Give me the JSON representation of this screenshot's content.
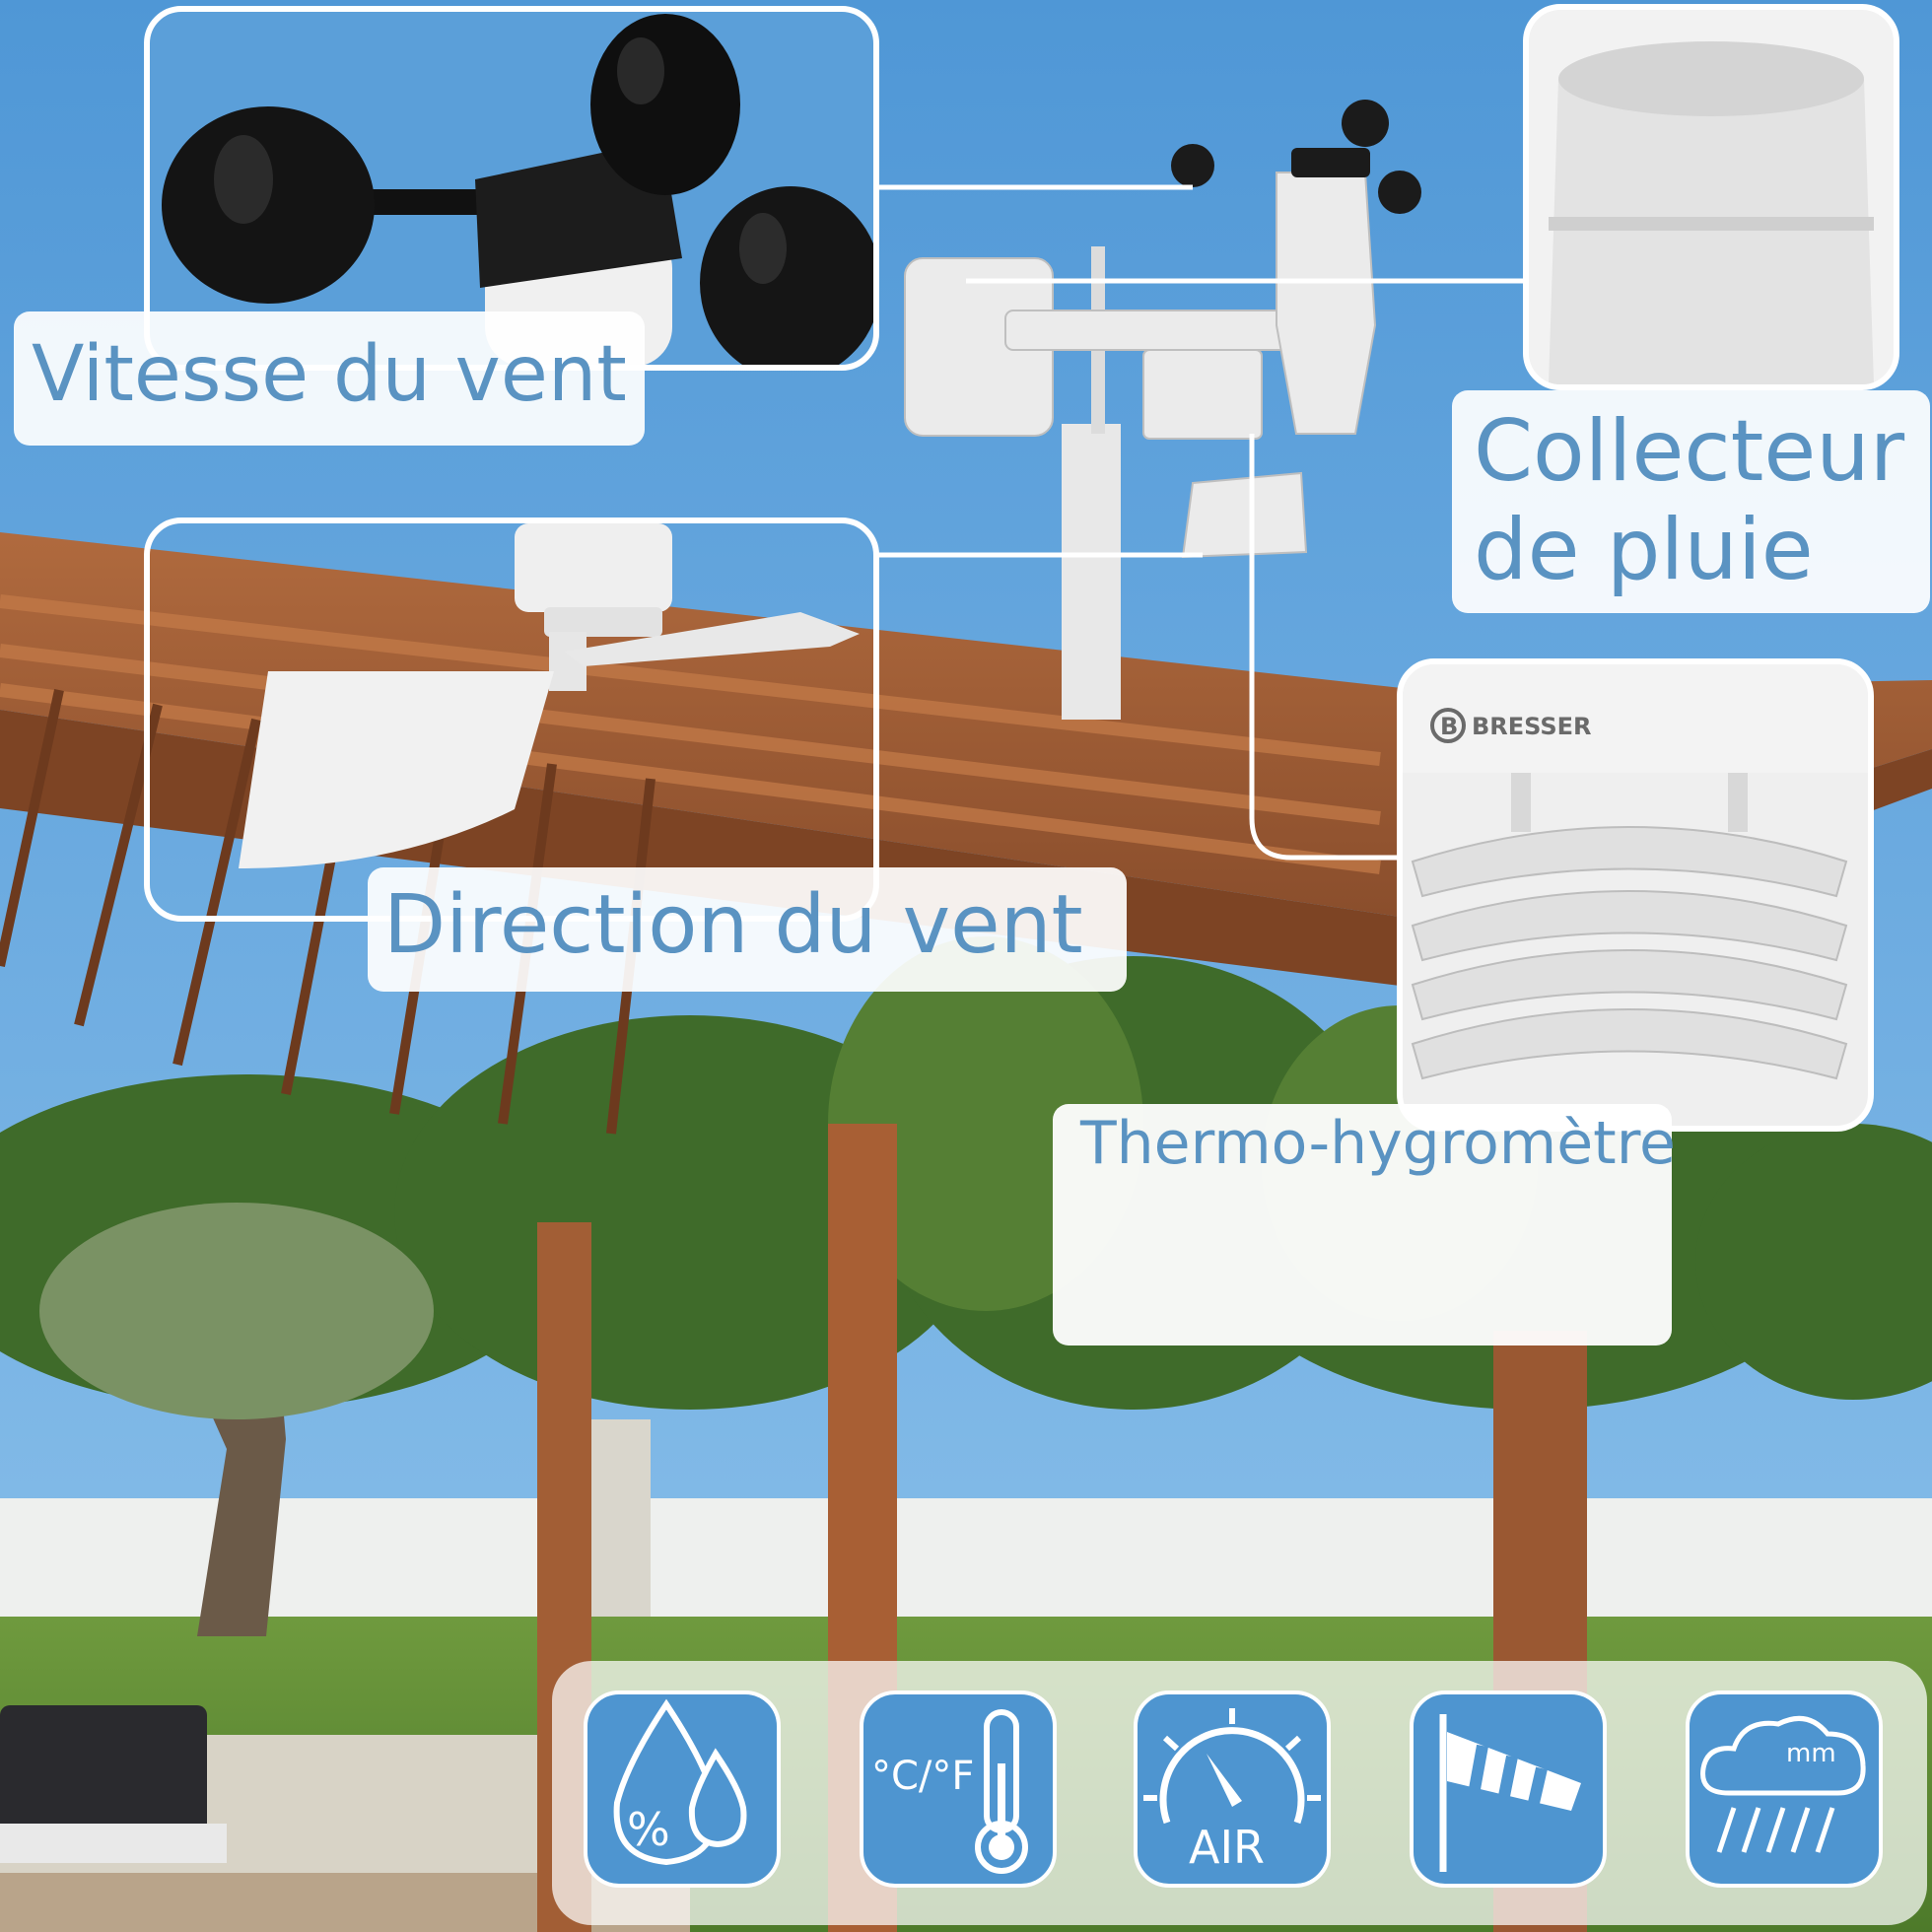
{
  "labels": {
    "wind_speed": "Vitesse du vent",
    "rain_collector_line1": "Collecteur",
    "rain_collector_line2": "de pluie",
    "wind_direction": "Direction du vent",
    "thermo_hygrometer": "Thermo-hygromètre"
  },
  "brand": {
    "name": "BRESSER",
    "logo_letter": "B"
  },
  "icons": {
    "humidity": {
      "icon": "humidity-drops-icon",
      "text": "%"
    },
    "temperature": {
      "icon": "thermometer-icon",
      "text": "°C/°F"
    },
    "air_pressure": {
      "icon": "barometer-gauge-icon",
      "text": "AIR"
    },
    "wind": {
      "icon": "windsock-icon"
    },
    "rain": {
      "icon": "rain-cloud-icon",
      "text": "mm"
    }
  },
  "colors": {
    "label_text": "#5a93c2",
    "icon_tile": "#4e95d0",
    "sky": "#5b9fd9",
    "pergola_wood": "#9b5a35"
  }
}
